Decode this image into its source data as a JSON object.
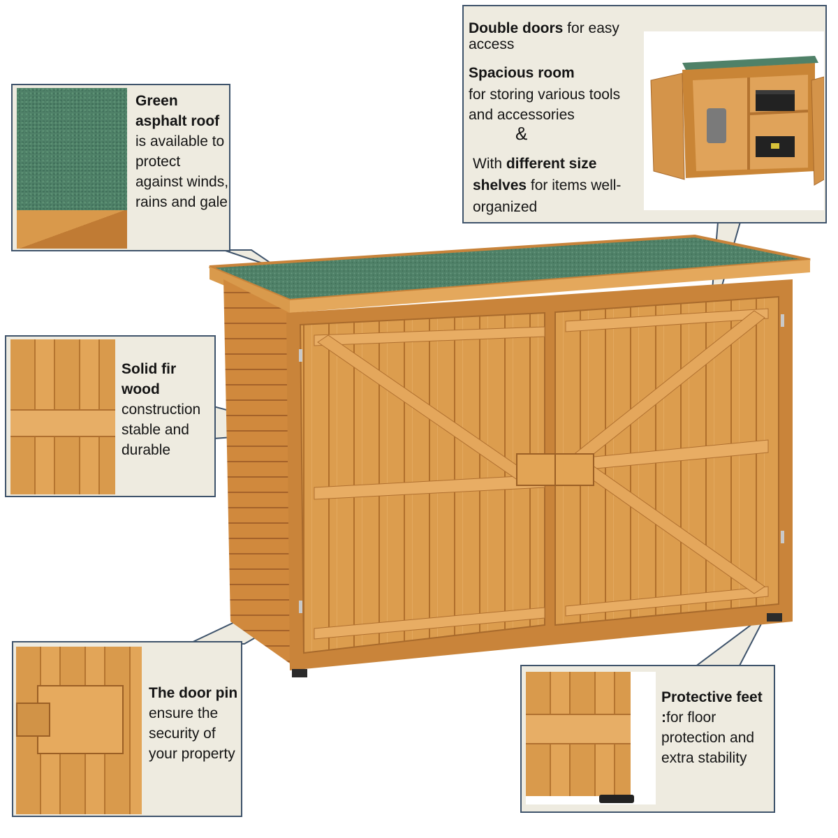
{
  "callouts": {
    "roof": {
      "bold": "Green asphalt roof",
      "rest": " is available to protect against winds, rains and gale"
    },
    "doors": {
      "line1_bold": "Double doors",
      "line1_rest": " for easy access",
      "line2_bold": "Spacious room",
      "line2_rest": "for storing various tools and accessories",
      "ampersand": "&",
      "line3_pre": "With ",
      "line3_bold": "different size shelves",
      "line3_rest": " for items well-organized"
    },
    "wood": {
      "bold": "Solid fir wood",
      "rest": "construction stable and durable"
    },
    "pin": {
      "bold": "The door pin",
      "rest": " ensure the security of your property"
    },
    "feet": {
      "bold": "Protective feet :",
      "rest": "for floor protection and extra stability"
    }
  },
  "colors": {
    "panel": "#eeebe0",
    "border": "#3e536b",
    "wood_light": "#e2a558",
    "wood_dark": "#b57530",
    "roof_green": "#4f8168"
  }
}
